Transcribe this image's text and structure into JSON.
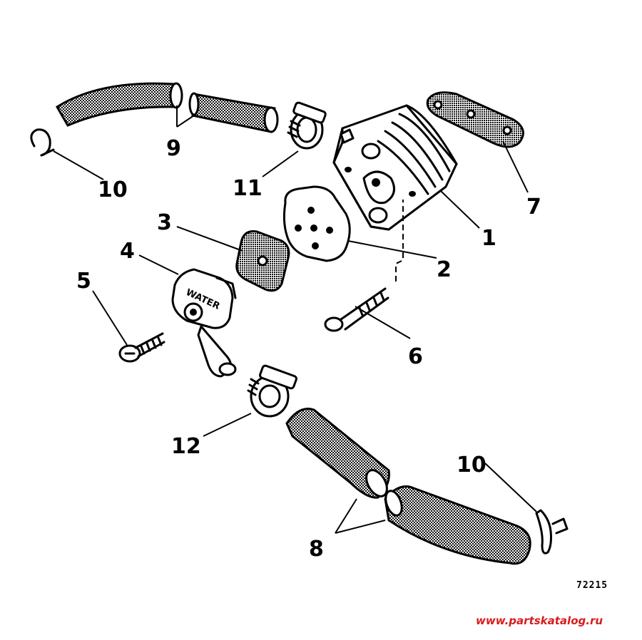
{
  "callouts": {
    "c1": "1",
    "c2": "2",
    "c3": "3",
    "c4": "4",
    "c5": "5",
    "c6": "6",
    "c7": "7",
    "c8": "8",
    "c9": "9",
    "c10a": "10",
    "c10b": "10",
    "c11": "11",
    "c12": "12"
  },
  "fuel_filter_cap_text": "WATER",
  "figure_number": "72215",
  "watermark": "www.partskatalog.ru",
  "colors": {
    "ink": "#000000",
    "paper": "#ffffff",
    "watermark": "#d81c1c"
  }
}
